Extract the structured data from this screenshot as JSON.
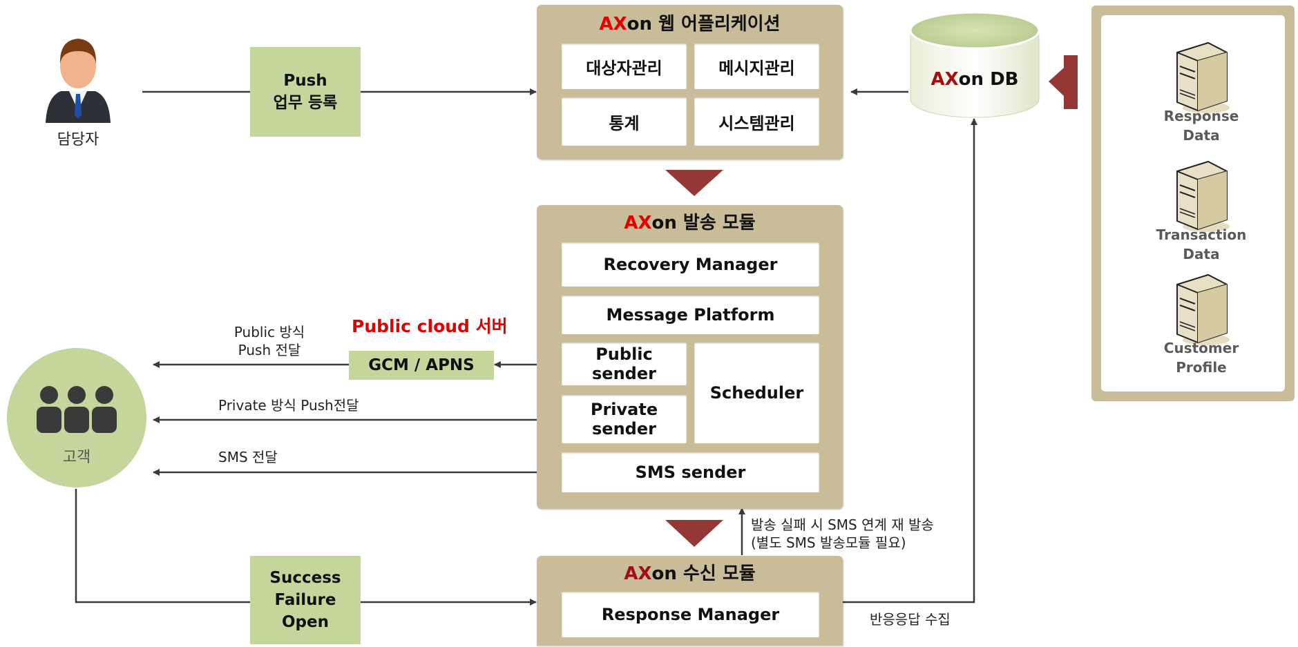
{
  "actor": {
    "label": "담당자"
  },
  "push_register": {
    "line1": "Push",
    "line2": "업무 등록"
  },
  "web_app": {
    "title_ax": "AX",
    "title_rest": "on 웹 어플리케이션",
    "cells": [
      "대상자관리",
      "메시지관리",
      "통계",
      "시스템관리"
    ]
  },
  "db": {
    "title_ax": "AX",
    "title_rest": "on DB"
  },
  "data_sources": [
    {
      "line1": "Response",
      "line2": "Data"
    },
    {
      "line1": "Transaction",
      "line2": "Data"
    },
    {
      "line1": "Customer",
      "line2": "Profile"
    }
  ],
  "send_module": {
    "title_ax": "AX",
    "title_rest": "on 발송 모듈",
    "recovery_manager": "Recovery Manager",
    "message_platform": "Message Platform",
    "public_sender": "Public sender",
    "private_sender": "Private sender",
    "scheduler": "Scheduler",
    "sms_sender": "SMS sender"
  },
  "public_cloud": {
    "title": "Public cloud 서버",
    "gcm": "GCM / APNS"
  },
  "edge_labels": {
    "public_line1": "Public 방식",
    "public_line2": "Push 전달",
    "private": "Private 방식 Push전달",
    "sms": "SMS 전달",
    "retry_line1": "발송 실패 시 SMS 연계 재 발송",
    "retry_line2": "(별도 SMS  발송모듈 필요)",
    "collect": "반응응답 수집"
  },
  "customer": {
    "label": "고객"
  },
  "response_types": {
    "line1": "Success",
    "line2": "Failure",
    "line3": "Open"
  },
  "receive_module": {
    "title_ax": "AX",
    "title_rest": "on 수신 모듈",
    "response_manager": "Response Manager"
  },
  "colors": {
    "frame": "#c9bd99",
    "green": "#c4d69b",
    "accent_red": "#e00000",
    "arrow_dark_red": "#953735",
    "customer_circle": "#c4d69b"
  }
}
